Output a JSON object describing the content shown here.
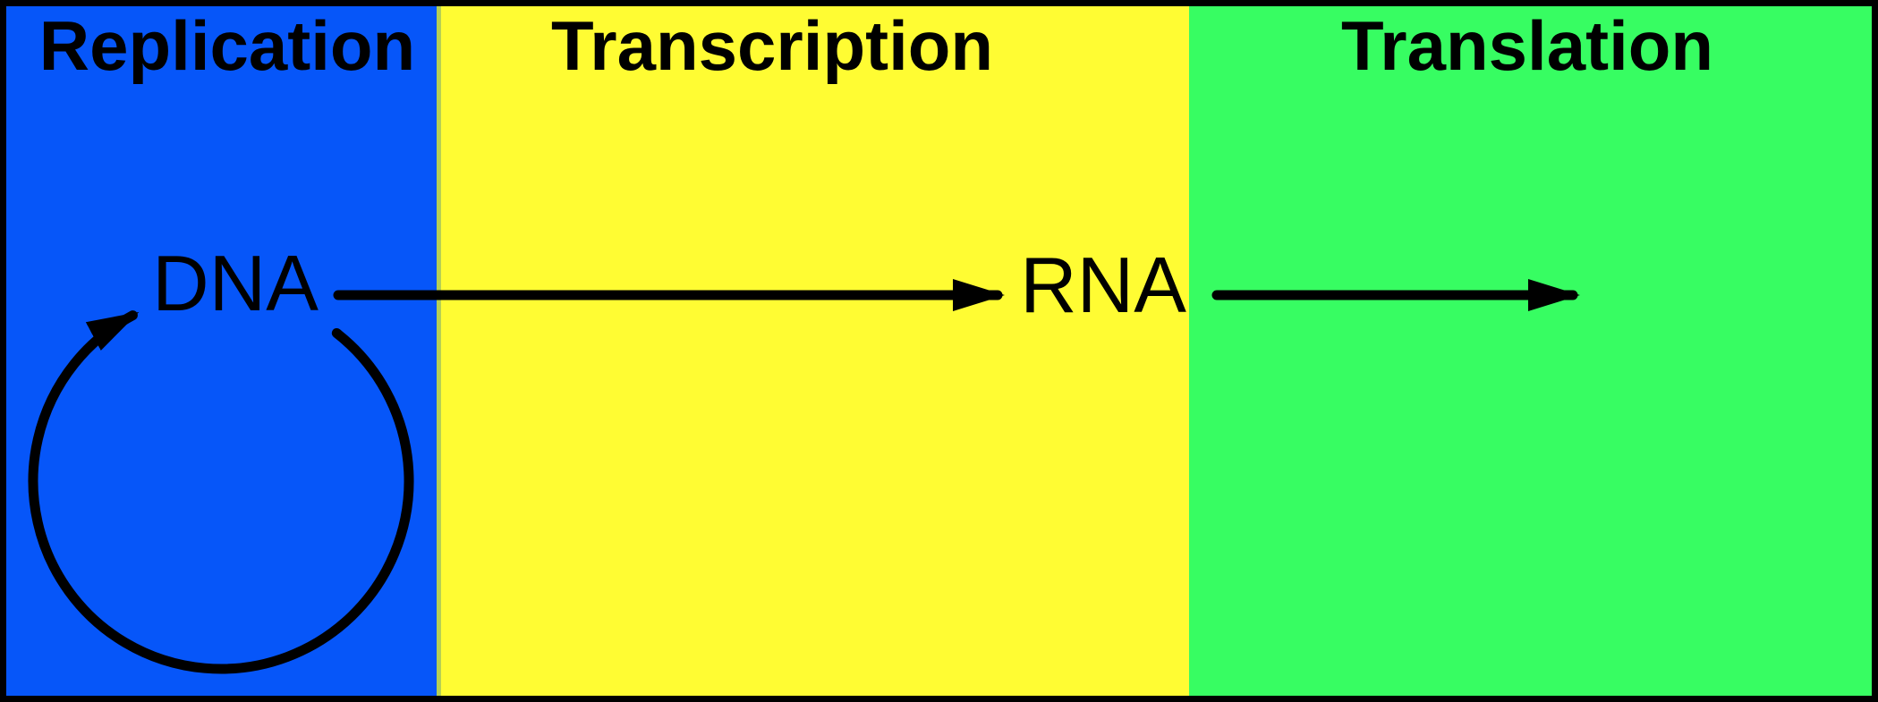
{
  "diagram": {
    "panels": [
      {
        "id": "replication",
        "label": "Replication",
        "color": "#0656F9"
      },
      {
        "id": "transcription",
        "label": "Transcription",
        "color": "#FFFC33"
      },
      {
        "id": "translation",
        "label": "Translation",
        "color": "#37FD62"
      }
    ],
    "nodes": {
      "dna": "DNA",
      "rna": "RNA"
    },
    "arrow_color": "#000000",
    "divider_color": "#B6D054",
    "border_color": "#000000",
    "text_color": "#000000"
  }
}
